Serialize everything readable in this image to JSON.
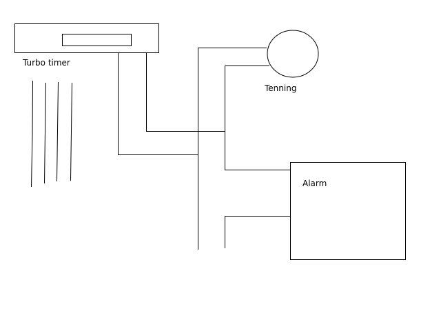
{
  "colors": {
    "background": "#ffffff",
    "stroke": "#000000"
  },
  "components": {
    "turbo_timer": {
      "label": "Turbo timer"
    },
    "tenning": {
      "label": "Tenning"
    },
    "alarm": {
      "label": "Alarm"
    }
  }
}
